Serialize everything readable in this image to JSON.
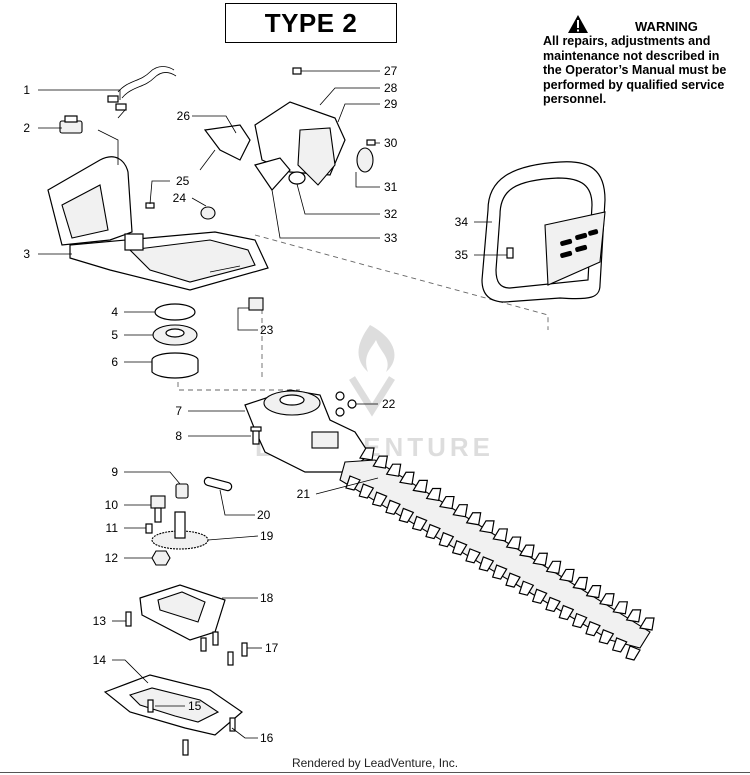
{
  "title": "TYPE 2",
  "warning": {
    "heading": "WARNING",
    "lines": [
      "All repairs, adjustments and",
      "maintenance not described in",
      "the Operator’s Manual must be",
      "performed by qualified service",
      "personnel."
    ]
  },
  "watermark": "LEADVENTURE",
  "footer": "Rendered by LeadVenture, Inc.",
  "callouts": [
    "1",
    "2",
    "3",
    "4",
    "5",
    "6",
    "7",
    "8",
    "9",
    "10",
    "11",
    "12",
    "13",
    "14",
    "15",
    "16",
    "17",
    "18",
    "19",
    "20",
    "21",
    "22",
    "23",
    "24",
    "25",
    "26",
    "27",
    "28",
    "29",
    "30",
    "31",
    "32",
    "33",
    "34",
    "35"
  ]
}
